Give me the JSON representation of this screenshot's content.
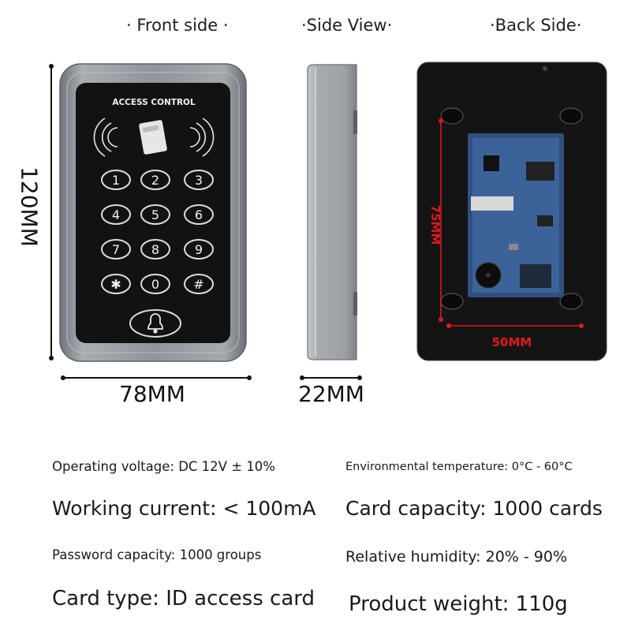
{
  "views": {
    "front": "· Front side ·",
    "side": "·Side View·",
    "back": "·Back Side·"
  },
  "dimensions": {
    "height": "120MM",
    "width": "78MM",
    "depth": "22MM",
    "pcb_height": "75MM",
    "pcb_width": "50MM"
  },
  "device": {
    "panel_title": "ACCESS CONTROL",
    "keys": [
      "1",
      "2",
      "3",
      "4",
      "5",
      "6",
      "7",
      "8",
      "9",
      "✱",
      "0",
      "#"
    ]
  },
  "specs": {
    "voltage": "Operating voltage: DC 12V ± 10%",
    "temperature": "Environmental temperature: 0°C - 60°C",
    "current": "Working current: < 100mA",
    "card_capacity": "Card capacity: 1000 cards",
    "password_capacity": "Password capacity: 1000 groups",
    "humidity": "Relative humidity: 20% - 90%",
    "card_type": "Card type: ID access card",
    "weight": "Product weight: 110g"
  },
  "colors": {
    "frame": "#8a9096",
    "panel": "#121212",
    "dimension_red": "#e11919"
  }
}
